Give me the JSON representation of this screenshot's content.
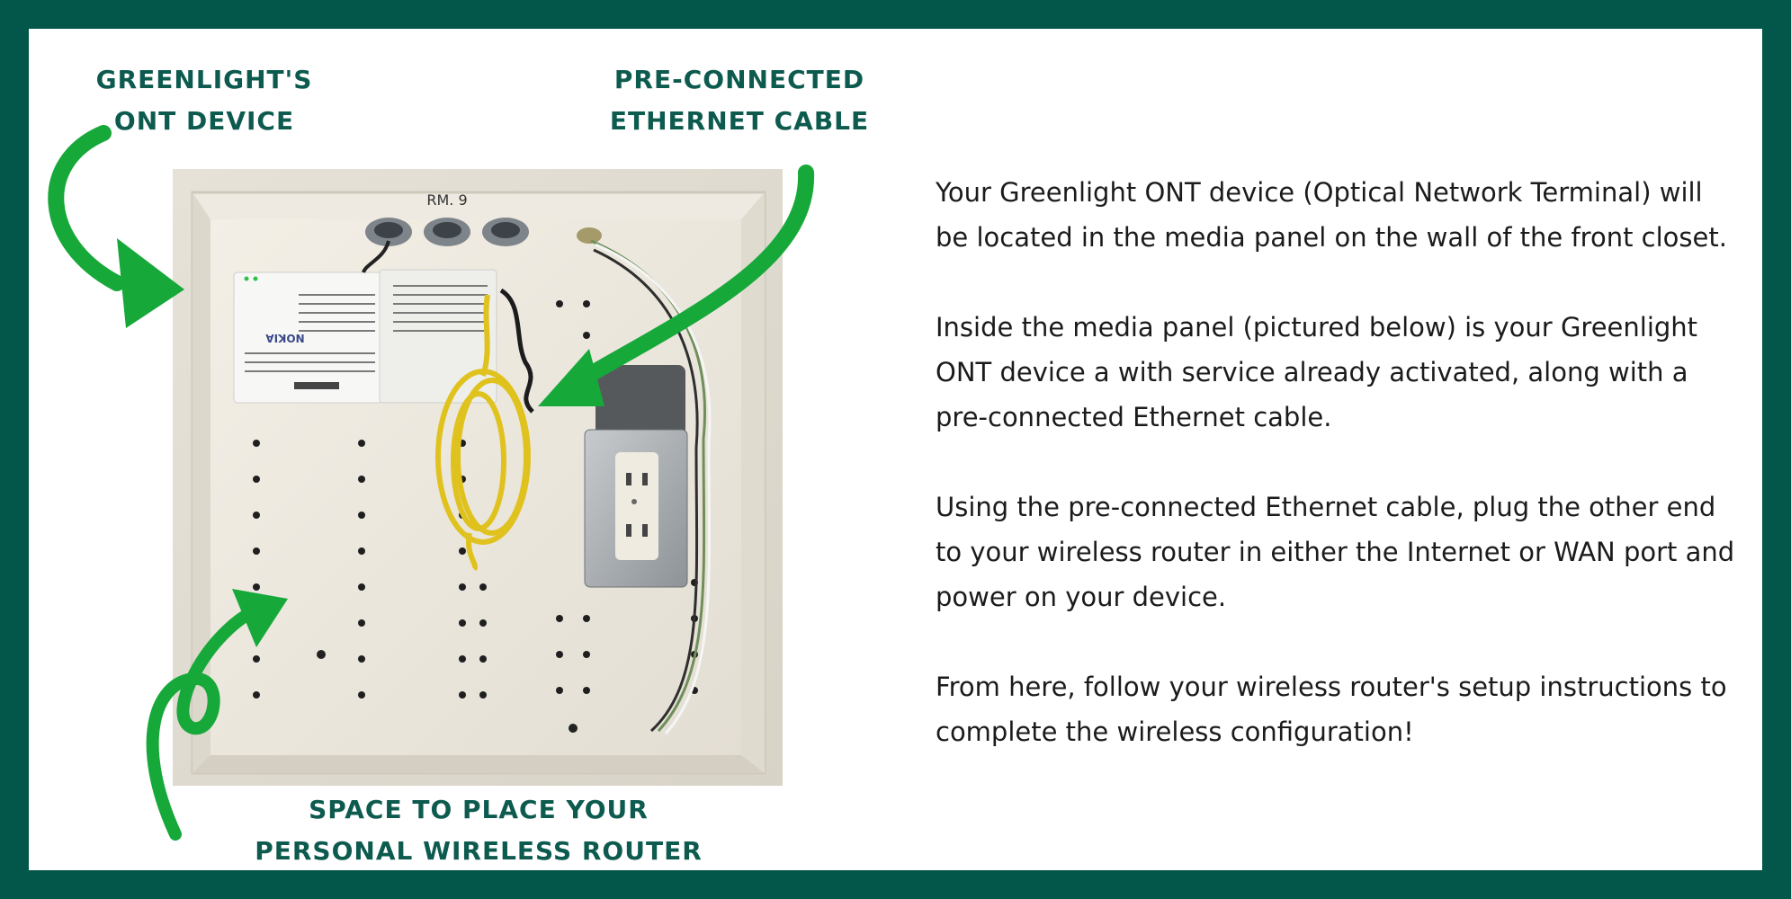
{
  "colors": {
    "frame": "#02564a",
    "callout_text": "#0d5a4e",
    "arrow": "#17a83a",
    "body_text": "#1b1b1b"
  },
  "callouts": {
    "ont": [
      "GREENLIGHT'S",
      "ONT DEVICE"
    ],
    "ethernet": [
      "PRE-CONNECTED",
      "ETHERNET CABLE"
    ],
    "space": [
      "SPACE TO PLACE YOUR",
      "PERSONAL WIRELESS ROUTER"
    ]
  },
  "photo": {
    "panel_label": "RM. 9",
    "device_brand": "NOKIA"
  },
  "paragraphs": [
    [
      "Your Greenlight ONT device (Optical Network Terminal) will",
      "be located in the media panel on the wall of the front closet."
    ],
    [
      "Inside the media panel (pictured below) is your Greenlight",
      "ONT device a with service already activated, along with a",
      "pre-connected Ethernet cable."
    ],
    [
      "Using the pre-connected Ethernet cable, plug the other end",
      "to your wireless router in either the Internet or WAN port and",
      "power on your device."
    ],
    [
      "From here, follow your wireless router's setup instructions to",
      "complete the wireless configuration!"
    ]
  ]
}
